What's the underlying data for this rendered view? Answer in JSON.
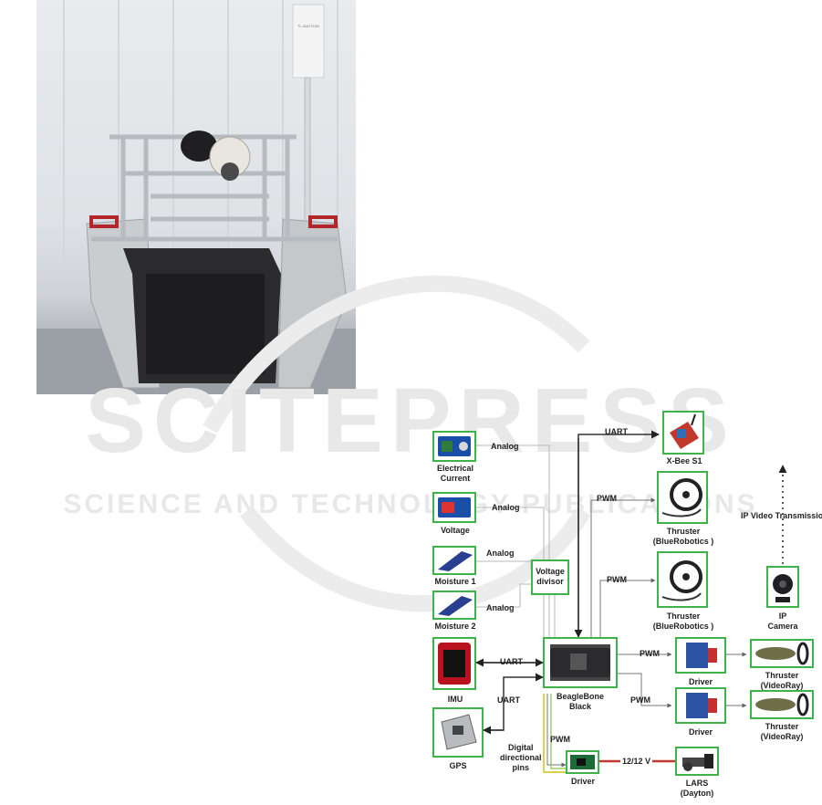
{
  "watermark": {
    "title": "SCITEPRESS",
    "subtitle": "SCIENCE AND TECHNOLOGY PUBLICATIONS"
  },
  "photo": {
    "antenna_label": "TL-WA7210N"
  },
  "components": {
    "electrical_current": "Electrical\nCurrent",
    "voltage": "Voltage",
    "moisture1": "Moisture 1",
    "moisture2": "Moisture 2",
    "voltage_divisor": "Voltage\ndivisor",
    "imu": "IMU",
    "gps": "GPS",
    "xbee": "X-Bee S1",
    "thruster_br1": "Thruster\n(BlueRobotics )",
    "thruster_br2": "Thruster\n(BlueRobotics )",
    "ip_camera": "IP\nCamera",
    "beaglebone": "BeagleBone\nBlack",
    "driver1": "Driver",
    "driver2": "Driver",
    "driver3": "Driver",
    "thruster_vr1": "Thruster\n(VideoRay)",
    "thruster_vr2": "Thruster\n(VideoRay)",
    "lars": "LARS\n(Dayton)"
  },
  "connections": {
    "analog1": "Analog",
    "analog2": "Analog",
    "analog3": "Analog",
    "analog4": "Analog",
    "uart_xbee": "UART",
    "uart_imu": "UART",
    "uart_gps": "UART",
    "pwm1": "PWM",
    "pwm2": "PWM",
    "pwm3": "PWM",
    "pwm4": "PWM",
    "pwm5": "PWM",
    "ip_video": "IP Video Transmission",
    "digital_pins": "Digital\ndirectional\npins",
    "power": "12/12 V"
  },
  "colors": {
    "box_border": "#3db34a",
    "line": "#555555",
    "power_line": "#c0392b",
    "digital_yellow": "#d4c214"
  }
}
